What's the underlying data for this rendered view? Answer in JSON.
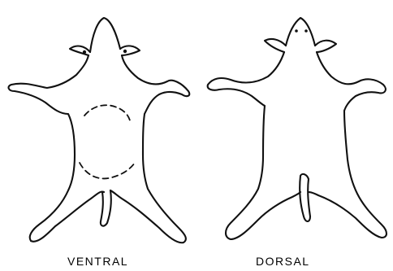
{
  "figure": {
    "views": [
      {
        "caption": "VENTRAL",
        "icon": "pig-ventral-outline"
      },
      {
        "caption": "DORSAL",
        "icon": "pig-dorsal-outline"
      }
    ],
    "line_color": "#111111",
    "background": "#ffffff"
  }
}
